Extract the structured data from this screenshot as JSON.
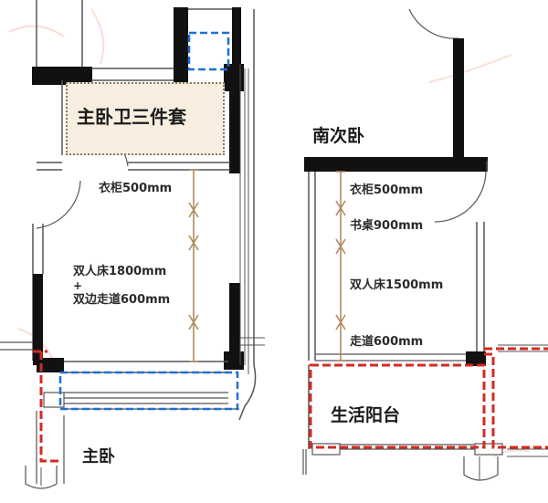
{
  "left_plan": {
    "suite_label": "主卧卫三件套",
    "wardrobe_label": "衣柜500mm",
    "bed_label_line1": "双人床1800mm",
    "plus_sign": "+",
    "bed_label_line2": "双边走道600mm",
    "room_label": "主卧"
  },
  "right_plan": {
    "room_label": "南次卧",
    "wardrobe_label": "衣柜500mm",
    "desk_label": "书桌900mm",
    "bed_label": "双人床1500mm",
    "aisle_label": "走道600mm",
    "balcony_label": "生活阳台"
  },
  "colors": {
    "wall": "#111111",
    "thin_line": "#555555",
    "blue_dash": "#1f6fd6",
    "red_dash": "#d42a24",
    "dim_line": "#b08a60",
    "suite_fill": "#f7eedf"
  }
}
